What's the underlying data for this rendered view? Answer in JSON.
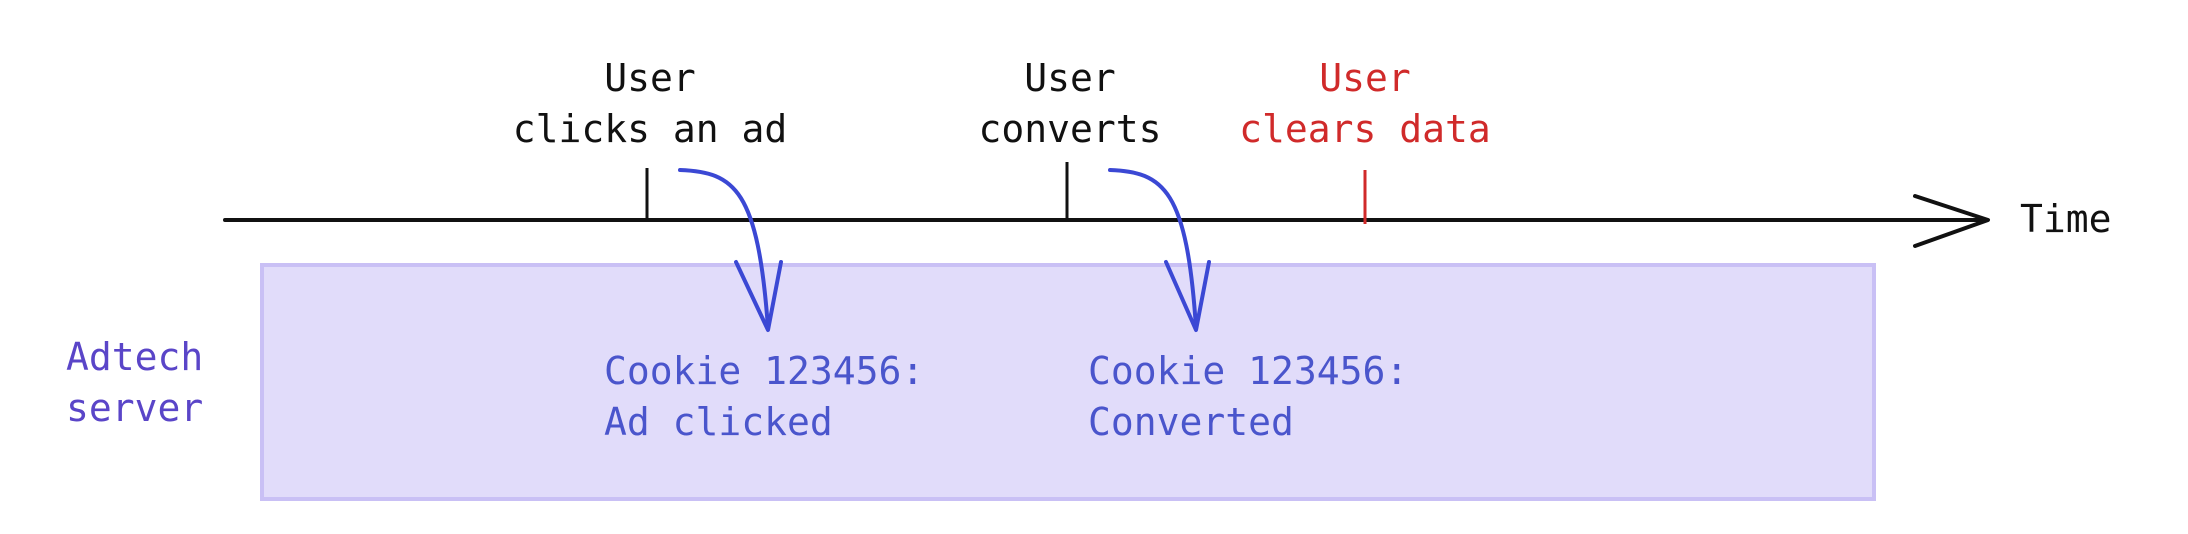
{
  "timeline": {
    "axis_label": "Time"
  },
  "events": [
    {
      "line1": "User",
      "line2": "clicks an ad"
    },
    {
      "line1": "User",
      "line2": "converts"
    },
    {
      "line1": "User",
      "line2": "clears data"
    }
  ],
  "server": {
    "label_line1": "Adtech",
    "label_line2": "server",
    "records": [
      {
        "line1": "Cookie 123456:",
        "line2": "Ad clicked"
      },
      {
        "line1": "Cookie 123456:",
        "line2": "Converted"
      }
    ]
  },
  "colors": {
    "event_text": "#111111",
    "clear_event": "#d02a2a",
    "server_box_fill": "#e1dcfa",
    "server_box_border": "#c9c0f5",
    "server_label": "#5a45c8",
    "record_text": "#4a55cc",
    "arrow": "#3b48d4"
  }
}
